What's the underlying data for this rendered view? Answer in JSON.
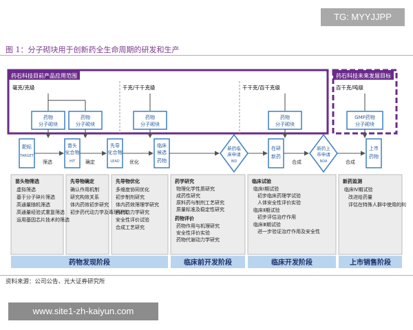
{
  "watermark_top": "TG: MYYJJPP",
  "figure_title": "图 1：分子砌块用于创新药全生命周期的研发和生产",
  "source_note": "资料来源：公司公告、光大证券研究所",
  "watermark_bottom": "www.site1-zh-kaiyun.com",
  "current_scope": {
    "title": "药石科技目前产品应用范围",
    "scale_labels": [
      "毫克/克级",
      "千克/千千克级",
      "千千克/百千克级"
    ]
  },
  "future_scope": {
    "title": "药石科技未来发展目标",
    "scale_label": "百千克/吨级"
  },
  "blocks": [
    "药物分子砌块",
    "药物分子砌块",
    "药物分子砌块",
    "药物分子砌块",
    "GMP药物分子砌块"
  ],
  "stages": [
    "靶标(TARGET)",
    "苗头化合物(HIT)",
    "先导化合物(LEAD)",
    "临床候选药物(CLINICAL CANDIDATE)",
    "新药临床申请(IND)",
    "在研新药(Investigational Drug)",
    "新药上市申请(NDA)",
    "上市药物(Marketed Drug)"
  ],
  "transitions": [
    "筛选",
    "确定",
    "优化",
    "合成",
    "合成"
  ],
  "activities": [
    {
      "title": "苗头物筛选",
      "items": [
        "虚拟筛选",
        "基于分子碎片筛选",
        "高通量随机筛选",
        "高通量经验式重复筛选",
        "运用基因芯片技术的筛选"
      ]
    },
    {
      "title": "先导物确定",
      "items": [
        "确认作用机制",
        "研究构效关系",
        "体内药效初步研究",
        "初步药代动力学及毒理研究"
      ]
    },
    {
      "title": "先导物优化",
      "items": [
        "多维度协同优化",
        "初步制剂研究",
        "体内药效筛理学研究",
        "药代动力学研究",
        "安全性评价试验",
        "合成工艺研究"
      ]
    },
    {
      "title": "药学研究",
      "items": [
        "物理化学性质研究",
        "成药性研究",
        "原料药与制剂工艺研究",
        "质量标准及稳定性研究"
      ],
      "title2": "药物评价",
      "items2": [
        "药物作用与机理研究",
        "安全性评价实验",
        "药物代谢动力学研究"
      ]
    },
    {
      "title": "临床试验",
      "items": [
        "临床Ⅰ期试验",
        "初步临床药理学试验",
        "人体安全性评价实验",
        "临床Ⅱ期试验",
        "初步评估治疗作用",
        "临床Ⅲ期试验",
        "进一步验证治疗作用及安全性"
      ]
    },
    {
      "title": "新药监测",
      "items": [
        "临床Ⅳ期试验",
        "改进给药量",
        "评估在特殊人群中使用的利益与风险"
      ]
    }
  ],
  "phases": [
    "药物发现阶段",
    "临床前开发阶段",
    "临床开发阶段",
    "上市销售阶段"
  ],
  "colors": {
    "purple": "#6a2a8a",
    "stage_blue": "#3c7ec2",
    "block_blue": "#3c7ec2",
    "banner_blue": "#b9d4ee",
    "dash_gray": "#9a9a9a"
  }
}
